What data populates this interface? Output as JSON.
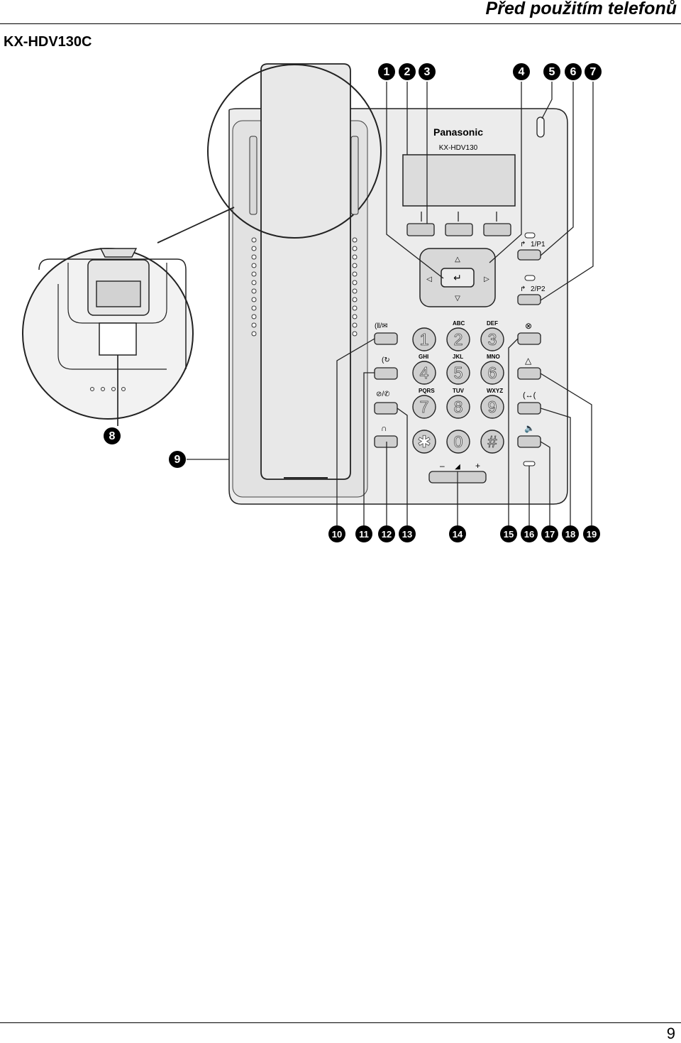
{
  "header": {
    "title": "Před použitím telefonů",
    "model": "KX-HDV130C"
  },
  "phone": {
    "brand": "Panasonic",
    "model": "KX-HDV130",
    "line1_label": "1/P1",
    "line2_label": "2/P2"
  },
  "keypad": [
    {
      "digit": "1",
      "letters": ""
    },
    {
      "digit": "2",
      "letters": "ABC"
    },
    {
      "digit": "3",
      "letters": "DEF"
    },
    {
      "digit": "4",
      "letters": "GHI"
    },
    {
      "digit": "5",
      "letters": "JKL"
    },
    {
      "digit": "6",
      "letters": "MNO"
    },
    {
      "digit": "7",
      "letters": "PQRS"
    },
    {
      "digit": "8",
      "letters": "TUV"
    },
    {
      "digit": "9",
      "letters": "WXYZ"
    },
    {
      "digit": "✱",
      "letters": ""
    },
    {
      "digit": "0",
      "letters": ""
    },
    {
      "digit": "#",
      "letters": ""
    }
  ],
  "volume": {
    "minus": "–",
    "plus": "+"
  },
  "callouts": [
    "1",
    "2",
    "3",
    "4",
    "5",
    "6",
    "7",
    "8",
    "9",
    "10",
    "11",
    "12",
    "13",
    "14",
    "15",
    "16",
    "17",
    "18",
    "19"
  ],
  "footer": {
    "page_number": "9"
  }
}
